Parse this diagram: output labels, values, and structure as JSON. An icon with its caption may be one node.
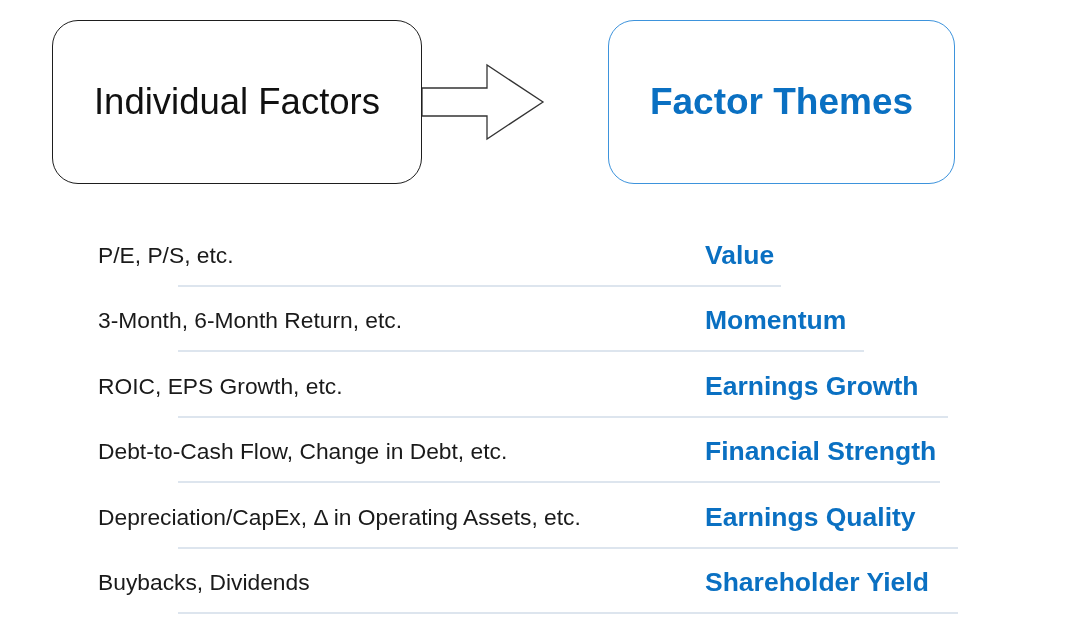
{
  "diagram": {
    "nodes": [
      {
        "text": [
          "Individual Factors"
        ]
      },
      {
        "text": [
          "Factor Themes"
        ]
      }
    ],
    "edges": [
      {
        "from": 0,
        "to": 1,
        "arrow": "to"
      }
    ],
    "labels": [
      "P/E, P/S, etc.",
      "Value",
      "3-Month, 6-Month Return, etc.",
      "Momentum",
      "ROIC, EPS Growth, etc.",
      "Earnings Growth",
      "Debt-to-Cash Flow, Change in Debt, etc.",
      "Financial Strength",
      "Depreciation/CapEx, Δ in Operating Assets, etc.",
      "Earnings Quality",
      "Buybacks, Dividends",
      "Shareholder Yield"
    ]
  }
}
